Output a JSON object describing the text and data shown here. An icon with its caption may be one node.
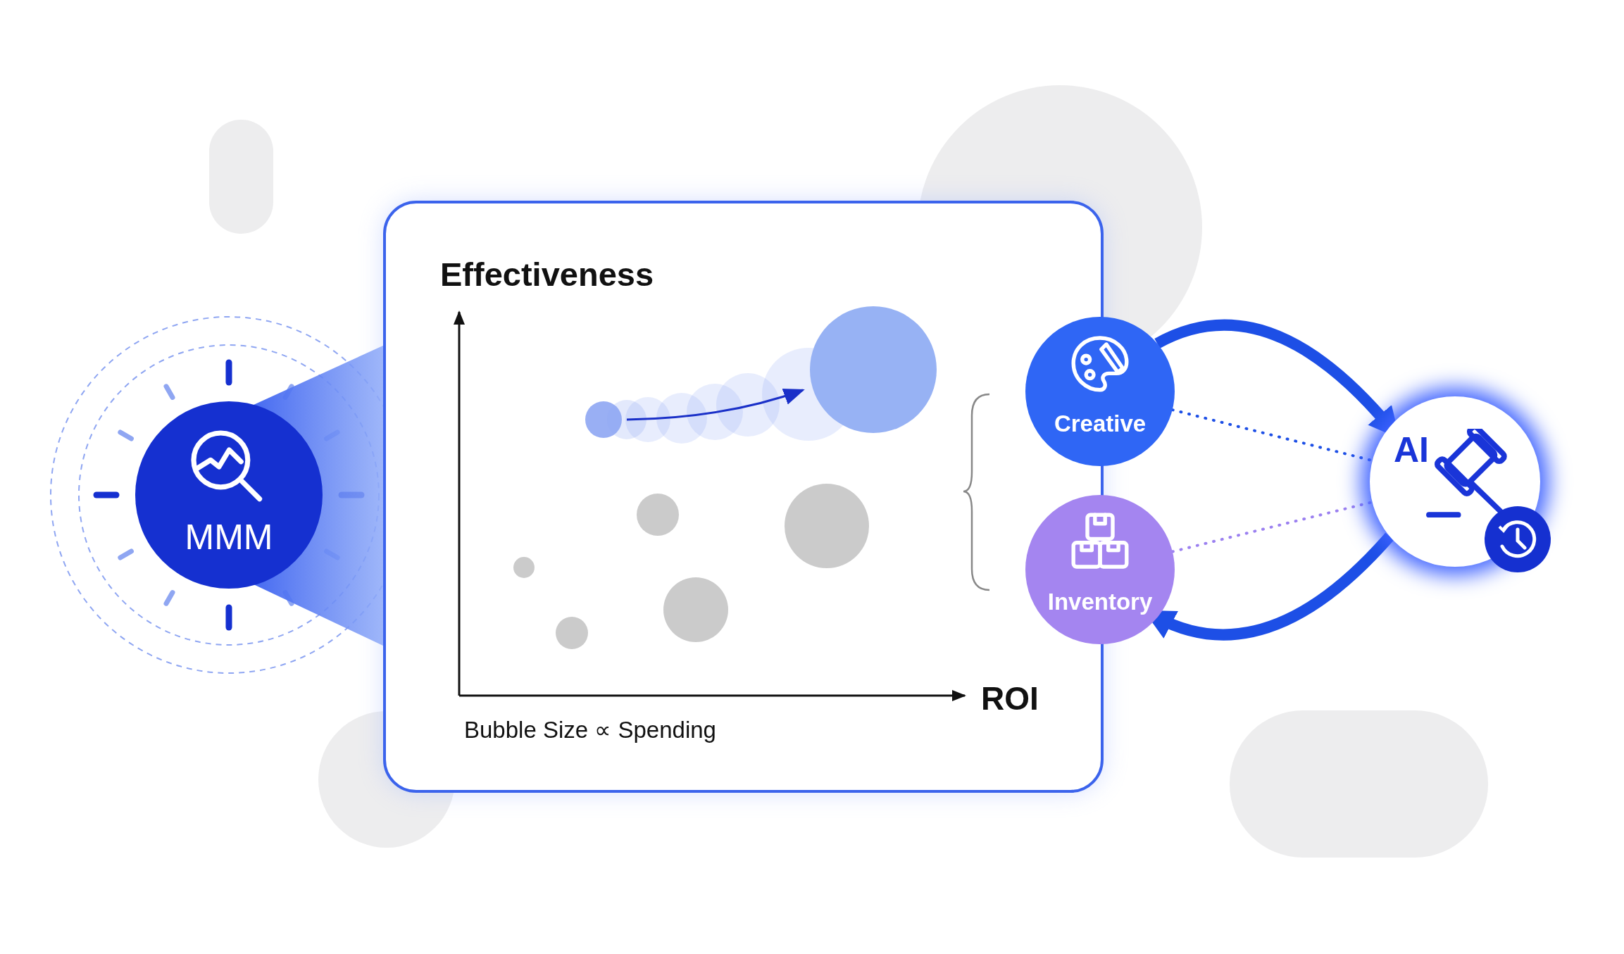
{
  "diagram": {
    "nodes": [
      {
        "text": [
          "MMM"
        ]
      },
      {
        "text": [
          "Creative"
        ]
      },
      {
        "text": [
          "Inventory"
        ]
      },
      {
        "text": [
          "AI"
        ]
      }
    ],
    "edges": [
      {
        "from": 1,
        "to": 3,
        "arrow": "to",
        "style": "thick"
      },
      {
        "from": 1,
        "to": 3,
        "arrow": "none",
        "style": "dashed"
      },
      {
        "from": 2,
        "to": 3,
        "arrow": "none",
        "style": "dashed",
        "color": "#9b80f0"
      },
      {
        "from": 3,
        "to": 2,
        "arrow": "to",
        "style": "thick"
      }
    ],
    "labels": [
      "Effectiveness",
      "ROI",
      "Bubble Size ∝ Spending"
    ]
  }
}
